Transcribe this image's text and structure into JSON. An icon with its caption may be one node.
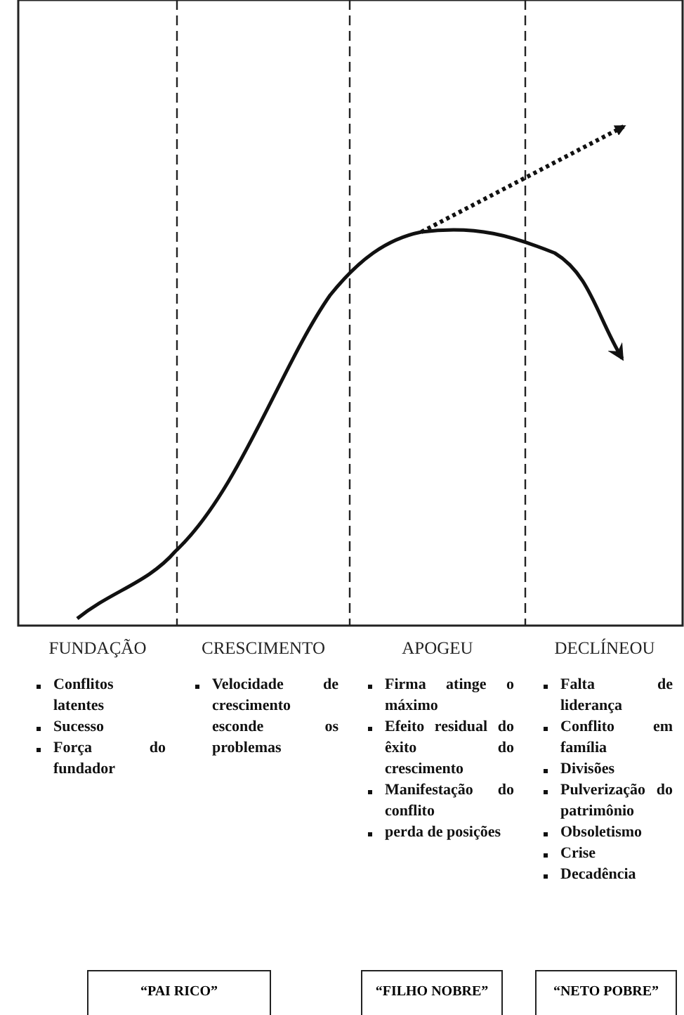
{
  "diagram": {
    "nodes": [
      {
        "text": [
          "“PAI RICO”"
        ]
      },
      {
        "text": [
          "“FILHO NOBRE”"
        ]
      },
      {
        "text": [
          "“NETO POBRE”"
        ]
      }
    ],
    "labels": [
      "FUNDAÇÃO",
      "CRESCIMENTO",
      "APOGEU",
      "DECLÍNEOU",
      "Conflitos latentes",
      "Sucesso",
      "Força do fundador",
      "Velocidade de crescimento esconde os problemas",
      "Firma atinge o máximo",
      "Efeito residual do êxito do crescimento",
      "Manifestação do conflito",
      "perda de posições",
      "Falta de liderança",
      "Conflito em família",
      "Divisões",
      "Pulverização do patrimônio",
      "Obsoletismo",
      "Crise",
      "Decadência"
    ]
  }
}
